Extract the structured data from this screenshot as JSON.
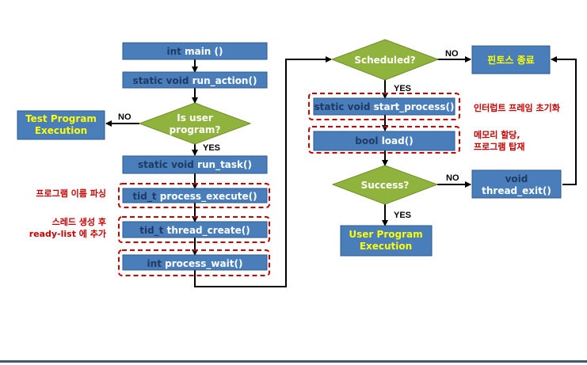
{
  "colors": {
    "box_fill": "#4a7ebb",
    "box_stroke": "#2d5a8e",
    "decision_fill": "#8fb33c",
    "decision_stroke": "#6f8f2a",
    "keyword": "#1f3a63",
    "func_name": "#ffffff",
    "note_red": "#cc0000",
    "terminal_text": "#ffff00",
    "bottom_rule": "#3e5a73"
  },
  "left": {
    "main": {
      "kw": "int",
      "name": "main ()"
    },
    "run_action": {
      "kw": "static void",
      "name": "run_action()"
    },
    "is_user_program": {
      "line1": "Is user",
      "line2": "program?"
    },
    "test_program": {
      "line1": "Test Program",
      "line2": "Execution"
    },
    "run_task": {
      "kw": "static void",
      "name": "run_task()"
    },
    "process_execute": {
      "kw": "tid_t",
      "name": "process_execute()"
    },
    "thread_create": {
      "kw": "tid_t",
      "name": "thread_create()"
    },
    "process_wait": {
      "kw": "int",
      "name": "process_wait()"
    },
    "no_label": "NO",
    "yes_label": "YES",
    "note_parse": "프로그램 이름 파싱",
    "note_thread_1": "스레드 생성 후",
    "note_thread_2": "ready-list 에 추가"
  },
  "right": {
    "scheduled": "Scheduled?",
    "pintos_end": "핀토스 종료",
    "start_process": {
      "kw": "static void",
      "name": "start_process()"
    },
    "load": {
      "kw": "bool",
      "name": "load()"
    },
    "success": "Success?",
    "thread_exit": {
      "kw": "void",
      "name": "thread_exit()"
    },
    "user_program": {
      "line1": "User Program",
      "line2": "Execution"
    },
    "no_label_1": "NO",
    "yes_label_1": "YES",
    "no_label_2": "NO",
    "yes_label_2": "YES",
    "note_interrupt": "인터럽트 프레임 초기화",
    "note_mem_1": "메모리 할당,",
    "note_mem_2": "프로그램 탑재"
  }
}
